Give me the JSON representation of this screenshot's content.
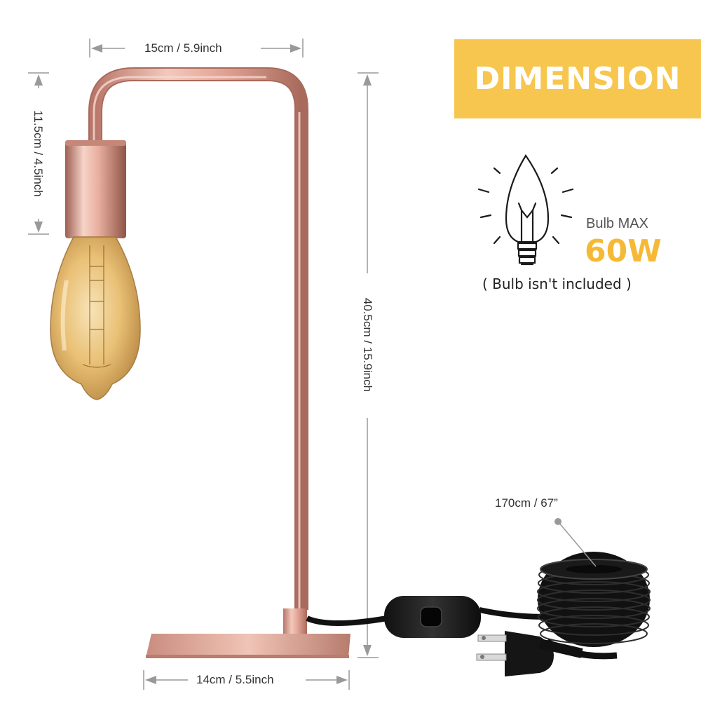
{
  "banner": {
    "text": "DIMENSION"
  },
  "dimensions": {
    "top_width": "15cm / 5.9inch",
    "arm_height": "11.5cm / 4.5inch",
    "total_height": "40.5cm / 15.9inch",
    "base_width": "14cm / 5.5inch",
    "cord_length": "170cm / 67”"
  },
  "bulb_spec": {
    "max_label": "Bulb MAX",
    "wattage": "60W",
    "note": "( Bulb isn't included )"
  },
  "colors": {
    "banner_bg": "#f7c64f",
    "accent": "#f5b936",
    "rose_gold": "#e4a99a",
    "arrow_gray": "#999999"
  },
  "icons": [
    "bulb-icon",
    "dimension-arrow-icon",
    "switch-icon",
    "plug-icon",
    "coiled-cord-icon"
  ]
}
